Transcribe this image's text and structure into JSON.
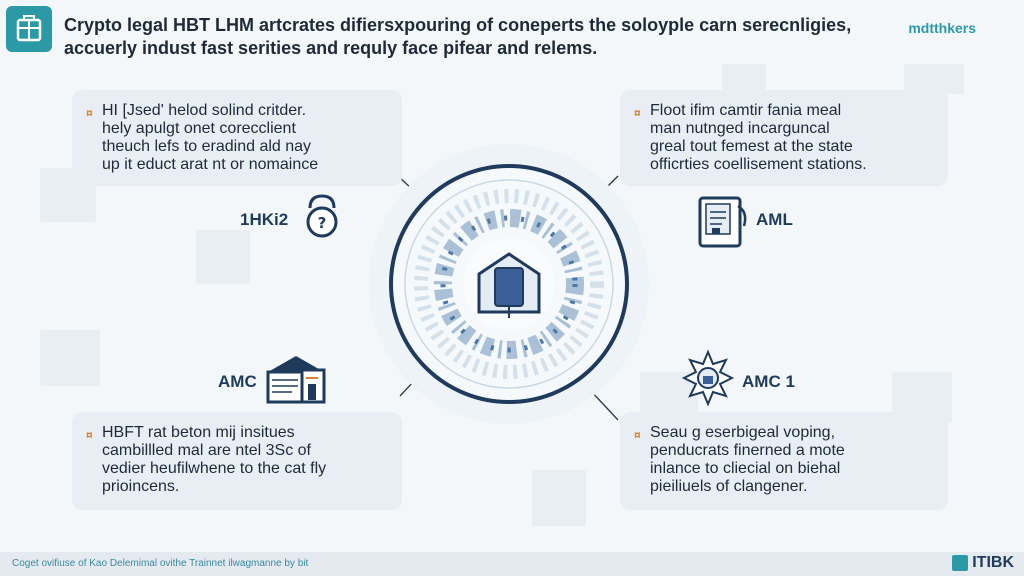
{
  "header": {
    "title_line1": "Crypto legal HBT LHM artcrates difiersxpouring of coneperts the soloyple carn serecnligies,",
    "title_line2": "accuerly indust fast serities and requly face pifear and relems.",
    "brand": "mdtthkers"
  },
  "cards": {
    "top_left": {
      "bullet": "¤",
      "lines": [
        "HI [Jsed' helod solind critder.",
        "hely apulgt onet corecclient",
        "theuch lefs to eradind ald nay",
        "up it educt arat nt or nomaince"
      ]
    },
    "top_right": {
      "bullet": "¤",
      "lines": [
        "Floot ifim camtir fania meal",
        "man nutnged incarguncal",
        "greal tout femest at the state",
        "officrties coellisement stations."
      ]
    },
    "bottom_left": {
      "bullet": "¤",
      "lines": [
        "HBFT rat beton mij insitues",
        "cambillled mal are ntel 3Sc of",
        "vedier heufilwhene to the cat fly",
        "prioincens."
      ]
    },
    "bottom_right": {
      "bullet": "¤",
      "lines": [
        "Seau g eserbigeal voping,",
        "penducrats finerned a mote",
        "inlance to cliecial on biehal",
        "pieiliuels of clangener."
      ]
    }
  },
  "icon_labels": {
    "top_left": "1HKi2",
    "top_right": "AML",
    "bottom_left": "AMC",
    "bottom_right": "AMC 1"
  },
  "footer": {
    "text": "Coget ovifiuse of Kao Delemimal ovithe Trainnet ilwagmanne by bit",
    "brand": "ITIBK"
  },
  "colors": {
    "accent": "#2c9aa6",
    "navy": "#1e3a5c",
    "bullet": "#d9822b",
    "card_bg": "#e8eef4"
  }
}
